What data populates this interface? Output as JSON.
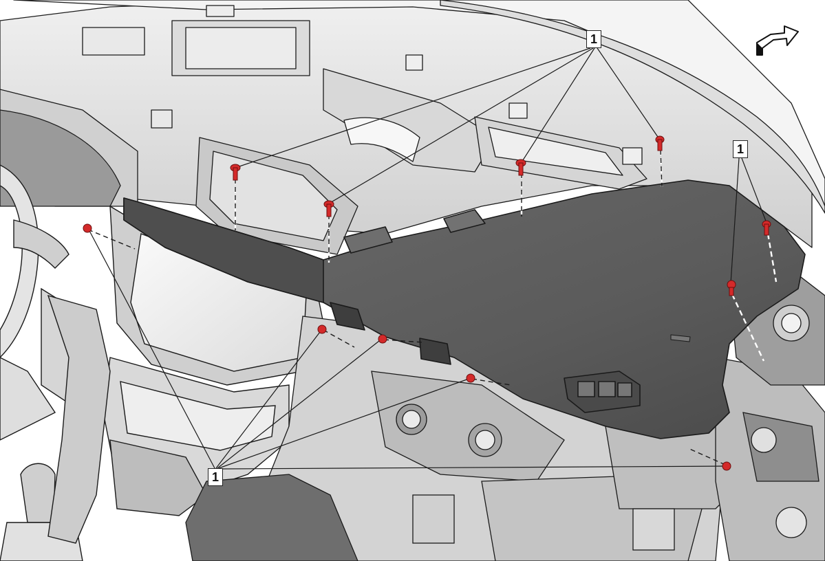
{
  "diagram": {
    "callouts": [
      {
        "id": "top",
        "label": "1"
      },
      {
        "id": "right",
        "label": "1"
      },
      {
        "id": "bottom",
        "label": "1"
      }
    ],
    "colors": {
      "fastener": "#d42a2a",
      "panel_dark": "#5c5c5c",
      "structure_light": "#e6e6e6",
      "structure_mid": "#bdbdbd",
      "outline": "#1a1a1a"
    },
    "icons": [
      "direction-arrow-icon",
      "fastener-icon"
    ]
  }
}
